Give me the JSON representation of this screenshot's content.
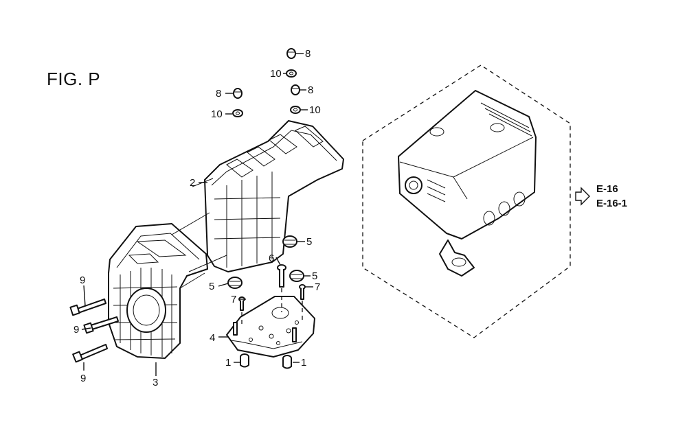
{
  "figure": {
    "title": "FIG. P"
  },
  "references": [
    "E-16",
    "E-16-1"
  ],
  "callouts": {
    "c1a": "1",
    "c1b": "1",
    "c2": "2",
    "c3": "3",
    "c4": "4",
    "c5a": "5",
    "c5b": "5",
    "c5c": "5",
    "c6": "6",
    "c7a": "7",
    "c7b": "7",
    "c8a": "8",
    "c8b": "8",
    "c8c": "8",
    "c9a": "9",
    "c9b": "9",
    "c9c": "9",
    "c10a": "10",
    "c10b": "10",
    "c10c": "10"
  },
  "icons": {
    "reference_arrow": "hollow-right-arrow-icon"
  }
}
